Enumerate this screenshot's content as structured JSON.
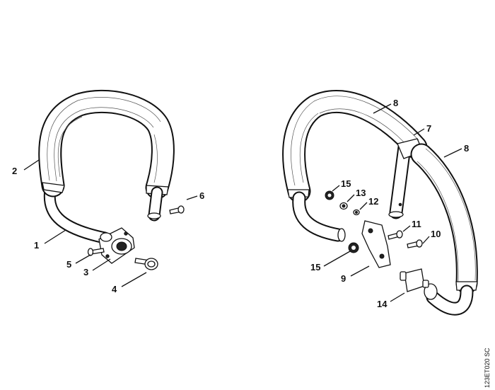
{
  "callouts": {
    "c1": "1",
    "c2": "2",
    "c3": "3",
    "c4": "4",
    "c5": "5",
    "c6": "6",
    "c7": "7",
    "c8a": "8",
    "c8b": "8",
    "c9": "9",
    "c10": "10",
    "c11": "11",
    "c12": "12",
    "c13": "13",
    "c14": "14",
    "c15a": "15",
    "c15b": "15"
  },
  "doc_code": "123ET020 SC"
}
